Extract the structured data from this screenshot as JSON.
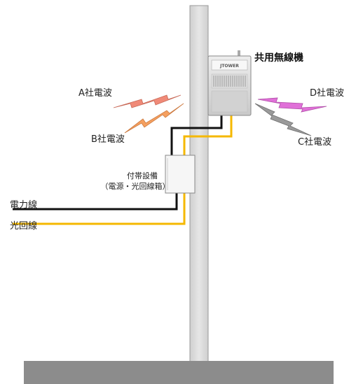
{
  "title": "共用無線機",
  "device_brand": "JTOWER",
  "signals": {
    "a": "A社電波",
    "b": "B社電波",
    "c": "C社電波",
    "d": "D社電波"
  },
  "equipment": {
    "line1": "付帯設備",
    "line2": "（電源・光回線箱）"
  },
  "lines": {
    "power": "電力線",
    "fiber": "光回線"
  },
  "colors": {
    "power_line": "#111111",
    "fiber_line": "#f5b800",
    "pole": "#dedede",
    "ground": "#8c8c8c",
    "wave_a": "#f08a78",
    "wave_b": "#f5a060",
    "wave_c": "#9a9a9a",
    "wave_d": "#e070d8"
  }
}
